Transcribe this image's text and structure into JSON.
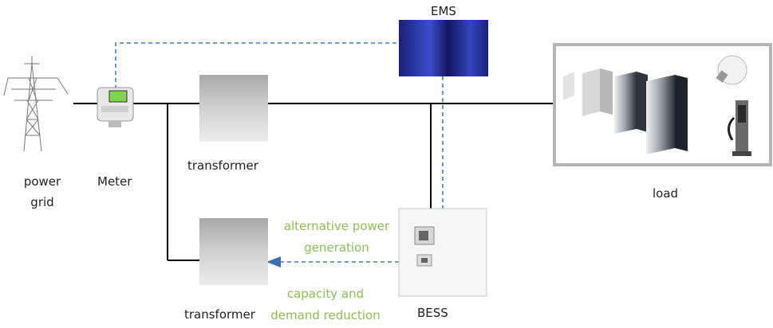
{
  "labels": {
    "ems": "EMS",
    "power_grid_line1": "power",
    "power_grid_line2": "grid",
    "meter": "Meter",
    "transformer_top": "transformer",
    "transformer_bottom": "transformer",
    "load": "load",
    "bess": "BESS",
    "alt_power_line1": "alternative power",
    "alt_power_line2": "generation",
    "capacity_line1": "capacity and",
    "capacity_line2": "demand reduction"
  },
  "colors": {
    "power_line": "#000000",
    "control_line": "#3a7fc0",
    "annotation_text": "#8bbf4e",
    "ems_box": "#1d2b8c",
    "load_frame": "#b4b4b4",
    "arrow": "#3a6fb0"
  },
  "icons": {
    "power_grid": "transmission-tower-icon",
    "meter": "electric-meter-icon",
    "transformer": "transformer-icon",
    "ems": "ems-server-icon",
    "bess": "battery-cabinet-icon",
    "load": [
      "server-rack-icon",
      "light-bulb-icon",
      "ev-charger-icon"
    ]
  }
}
